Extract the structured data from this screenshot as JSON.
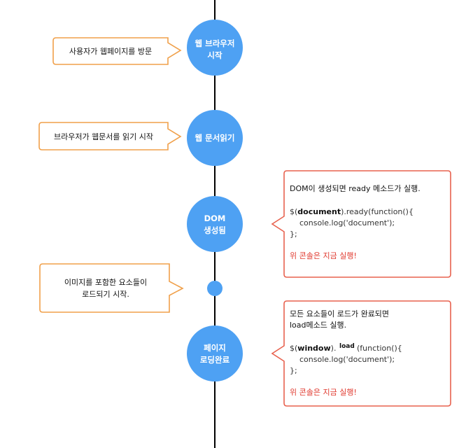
{
  "colors": {
    "timeline": "#000000",
    "node": "#4ea1f3",
    "node_text": "#ffffff",
    "left_callout_border": "#f0a04a",
    "right_callout_border": "#e8624f",
    "red_text": "#e03a2f"
  },
  "nodes": [
    {
      "line1": "웹 브라우저",
      "line2": "시작"
    },
    {
      "line1": "웹 문서읽기",
      "line2": ""
    },
    {
      "line1": "DOM",
      "line2": "생성됨"
    },
    {
      "line1": "",
      "line2": ""
    },
    {
      "line1": "페이지",
      "line2": "로딩완료"
    }
  ],
  "left_callouts": [
    {
      "line1": "사용자가 웹페이지를 방문",
      "line2": ""
    },
    {
      "line1": "브라우저가 웹문서를 읽기 시작",
      "line2": ""
    },
    {
      "line1": "이미지를 포함한 요소들이",
      "line2": "로드되기 시작."
    }
  ],
  "right_callouts": [
    {
      "head1": "DOM이 생성되면 ready 메소드가 실행.",
      "head2": "",
      "code1_pre": "$(",
      "code1_bold": "document",
      "code1_post": ").ready(function(){",
      "code1_extra": "",
      "code1_tail": "",
      "code2": "console.log('document');",
      "code3": "};",
      "note": "위 콘솔은 지금 실행!"
    },
    {
      "head1": "모든 요소들이 로드가 완료되면",
      "head2": "load메소드 실행.",
      "code1_pre": "$(",
      "code1_bold": "window",
      "code1_post": ").",
      "code1_extra": "load",
      "code1_tail": "(function(){",
      "code2": "console.log('document');",
      "code3": "};",
      "note": "위 콘솔은 지금 실행!"
    }
  ]
}
